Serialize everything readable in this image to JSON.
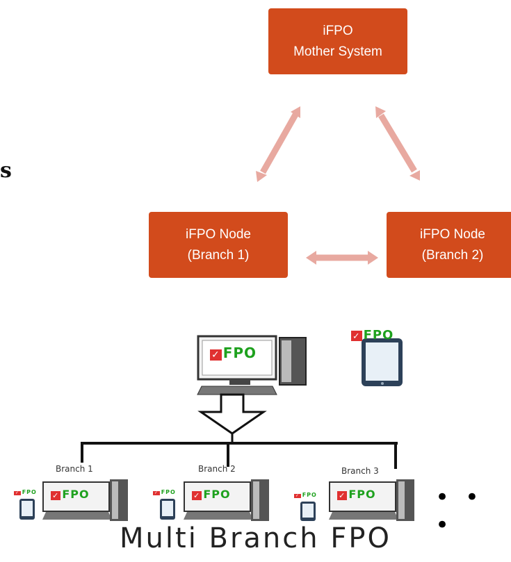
{
  "fragment_text": "s",
  "nodes": {
    "mother": {
      "line1": "iFPO",
      "line2": "Mother System"
    },
    "branch1": {
      "line1": "iFPO Node",
      "line2": "(Branch 1)"
    },
    "branch2": {
      "line1": "iFPO Node",
      "line2": " (Branch 2)"
    }
  },
  "branches": {
    "labels": [
      "Branch 1",
      "Branch 2",
      "Branch 3"
    ],
    "logo_text": "FPO",
    "more_indicator": "• • •"
  },
  "title": "Multi Branch FPO",
  "colors": {
    "node_fill": "#d24b1c",
    "node_text": "#ffffff",
    "arrow": "#e8a9a0",
    "logo_green": "#1ea11e"
  }
}
